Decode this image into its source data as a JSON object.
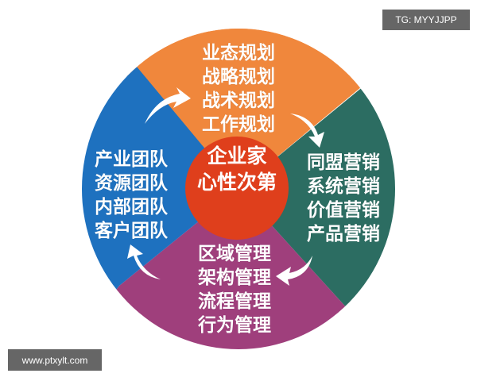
{
  "center": {
    "lines": [
      "企业家",
      "心性次第"
    ]
  },
  "sections": {
    "top": {
      "lines": [
        "业态规划",
        "战略规划",
        "战术规划",
        "工作规划"
      ]
    },
    "right": {
      "lines": [
        "同盟营销",
        "系统营销",
        "价值营销",
        "产品营销"
      ]
    },
    "bottom": {
      "lines": [
        "区域管理",
        "架构管理",
        "流程管理",
        "行为管理"
      ]
    },
    "left": {
      "lines": [
        "产业团队",
        "资源团队",
        "内部团队",
        "客户团队"
      ]
    }
  },
  "colors": {
    "top": "#f0873c",
    "right": "#2c6d62",
    "bottom": "#9f3f7c",
    "left": "#1e71bf",
    "center": "#df3f1c"
  },
  "watermarks": {
    "top_right": "TG: MYYJJPP",
    "bottom_left": "www.ptxylt.com"
  }
}
